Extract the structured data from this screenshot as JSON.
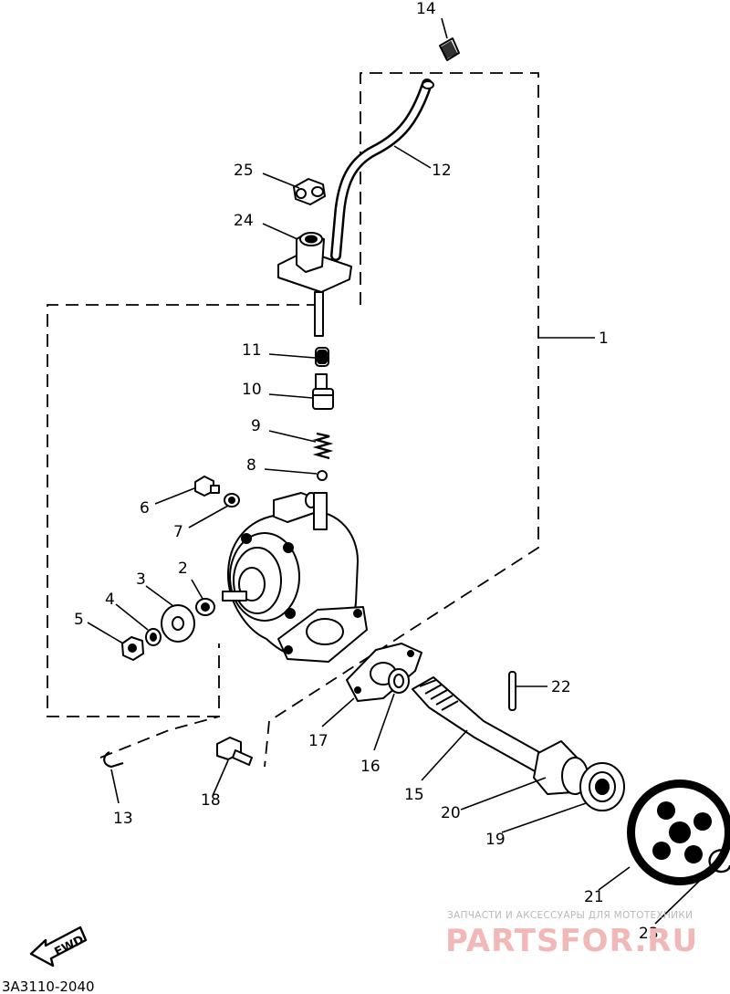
{
  "diagram": {
    "callouts": [
      {
        "id": "c1",
        "num": "1"
      },
      {
        "id": "c2",
        "num": "2"
      },
      {
        "id": "c3",
        "num": "3"
      },
      {
        "id": "c4",
        "num": "4"
      },
      {
        "id": "c5",
        "num": "5"
      },
      {
        "id": "c6",
        "num": "6"
      },
      {
        "id": "c7",
        "num": "7"
      },
      {
        "id": "c8",
        "num": "8"
      },
      {
        "id": "c9",
        "num": "9"
      },
      {
        "id": "c10",
        "num": "10"
      },
      {
        "id": "c11",
        "num": "11"
      },
      {
        "id": "c12",
        "num": "12"
      },
      {
        "id": "c13",
        "num": "13"
      },
      {
        "id": "c14",
        "num": "14"
      },
      {
        "id": "c15",
        "num": "15"
      },
      {
        "id": "c16",
        "num": "16"
      },
      {
        "id": "c17",
        "num": "17"
      },
      {
        "id": "c18",
        "num": "18"
      },
      {
        "id": "c19",
        "num": "19"
      },
      {
        "id": "c20",
        "num": "20"
      },
      {
        "id": "c21",
        "num": "21"
      },
      {
        "id": "c22",
        "num": "22"
      },
      {
        "id": "c23",
        "num": "23"
      },
      {
        "id": "c24",
        "num": "24"
      },
      {
        "id": "c25",
        "num": "25"
      }
    ],
    "fwd_label": "FWD",
    "drawing_code": "3A3110-2040"
  },
  "watermark": {
    "tagline": "ЗАПЧАСТИ И АКСЕССУАРЫ ДЛЯ МОТОТЕХНИКИ",
    "logo": "PARTSFOR.RU",
    "color": "#f2b8b8"
  }
}
